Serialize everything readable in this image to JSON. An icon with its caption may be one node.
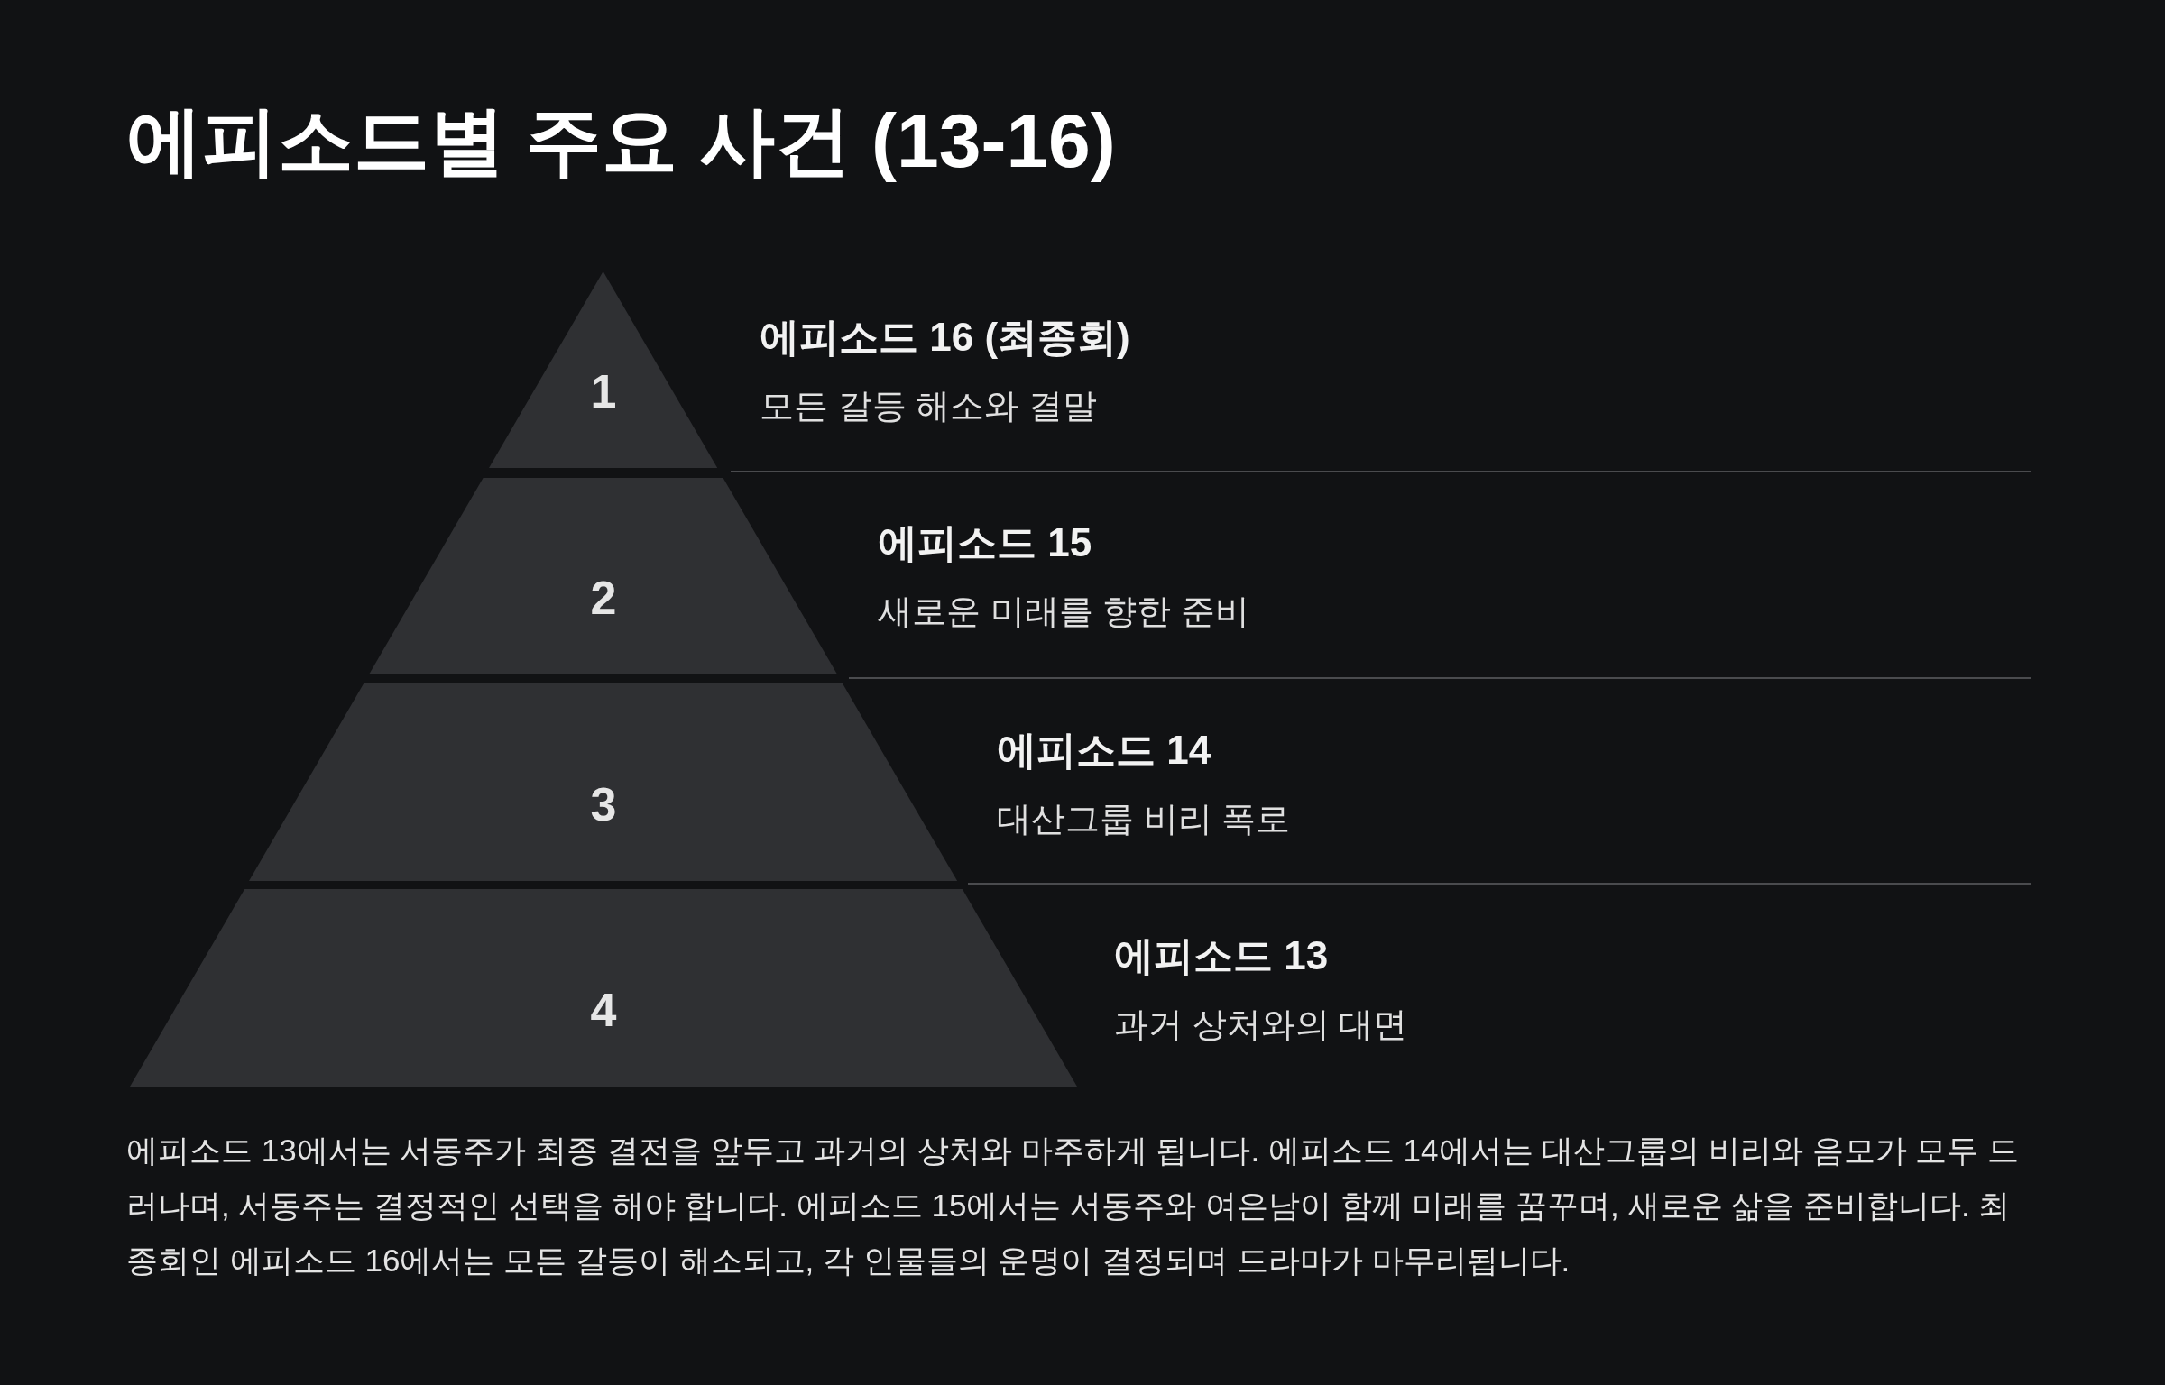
{
  "diagram": {
    "title": "에피소드별 주요 사건 (13-16)",
    "nodes": [
      {
        "text": [
          "1"
        ],
        "beside": [
          "에피소드 16 (최종회)",
          "모든 갈등 해소와 결말"
        ]
      },
      {
        "text": [
          "2"
        ],
        "beside": [
          "에피소드 15",
          "새로운 미래를 향한 준비"
        ]
      },
      {
        "text": [
          "3"
        ],
        "beside": [
          "에피소드 14",
          "대산그룹 비리 폭로"
        ]
      },
      {
        "text": [
          "4"
        ],
        "beside": [
          "에피소드 13",
          "과거 상처와의 대면"
        ]
      }
    ],
    "labels": [
      "에피소드 13에서는 서동주가 최종 결전을 앞두고 과거의 상처와 마주하게 됩니다. 에피소드 14에서는 대산그룹의 비리와 음모가 모두 드러나며, 서동주는 결정적인 선택을 해야 합니다. 에피소드 15에서는 서동주와 여은남이 함께 미래를 꿈꾸며, 새로운 삶을 준비합니다. 최종회인 에피소드 16에서는 모든 갈등이 해소되고, 각 인물들의 운명이 결정되며 드라마가 마무리됩니다."
    ]
  }
}
